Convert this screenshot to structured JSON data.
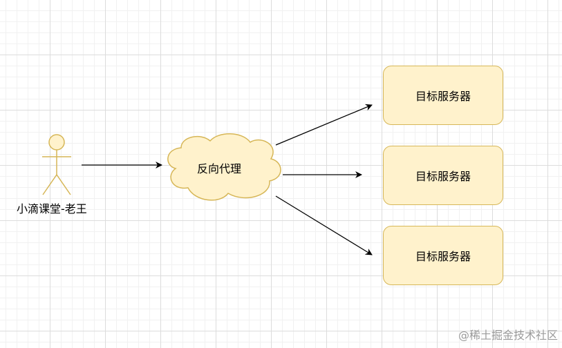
{
  "actor": {
    "label": "小滴课堂-老王"
  },
  "proxy": {
    "label": "反向代理"
  },
  "servers": [
    {
      "label": "目标服务器"
    },
    {
      "label": "目标服务器"
    },
    {
      "label": "目标服务器"
    }
  ],
  "watermark": "@稀土掘金技术社区",
  "colors": {
    "fill": "#fff2cc",
    "stroke": "#d6b656",
    "edge": "#000000",
    "grid": "#dcdcdc"
  }
}
